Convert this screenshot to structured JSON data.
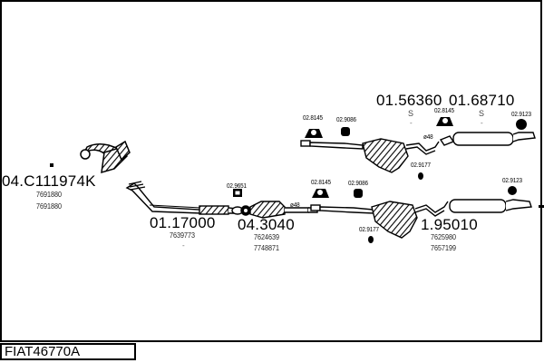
{
  "diagram": {
    "title": "FIAT46770A",
    "parts": [
      {
        "code": "04.C111974K",
        "oem": [
          "7691880",
          "7691880"
        ],
        "component": "exhaust-manifold"
      },
      {
        "code": "01.17000",
        "oem": [
          "7639773",
          "-"
        ],
        "component": "front-pipe"
      },
      {
        "code": "04.3040",
        "oem": [
          "7624639",
          "7748871"
        ],
        "component": "catalytic-converter"
      },
      {
        "code": "01.56360",
        "oem": [
          "S",
          "-"
        ],
        "component": "middle-silencer-upper"
      },
      {
        "code": "01.68710",
        "oem": [
          "S",
          "-"
        ],
        "component": "rear-silencer-upper"
      },
      {
        "code": "1.95010",
        "oem": [
          "7625980",
          "7657199"
        ],
        "component": "middle-rear-silencer-lower"
      }
    ],
    "fittings": {
      "f1": "02.8145",
      "f2": "02.9086",
      "f3": "02.8145",
      "f4": "02.9123",
      "f5": "02.9177",
      "f6": "02.9651",
      "f7": "02.8145",
      "f8": "02.9086",
      "f9": "02.9177",
      "f10": "02.9123"
    },
    "diameters": {
      "d1": "ø48",
      "d2": "ø48"
    }
  }
}
